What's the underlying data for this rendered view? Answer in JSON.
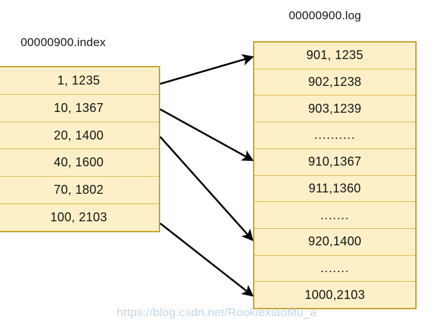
{
  "diagram": {
    "background_color": "#ffffff",
    "box_fill_color": "#fdf0c8",
    "box_border_color": "#c8a22a",
    "row_divider_color": "#d9bb4a",
    "arrow_color": "#000000",
    "text_color": "#141414"
  },
  "index_panel": {
    "title": "00000900.index",
    "rows": [
      {
        "label": "1, 1235"
      },
      {
        "label": "10, 1367"
      },
      {
        "label": "20, 1400"
      },
      {
        "label": "40, 1600"
      },
      {
        "label": "70, 1802"
      },
      {
        "label": "100, 2103"
      }
    ]
  },
  "log_panel": {
    "title": "00000900.log",
    "rows": [
      {
        "label": "901, 1235"
      },
      {
        "label": "902,1238"
      },
      {
        "label": "903,1239"
      },
      {
        "label": ".........."
      },
      {
        "label": "910,1367"
      },
      {
        "label": "911,1360"
      },
      {
        "label": "......."
      },
      {
        "label": "920,1400"
      },
      {
        "label": "......."
      },
      {
        "label": "1000,2103"
      }
    ]
  },
  "arrows": [
    {
      "name": "arrow-index-1-to-log-901",
      "from_row": "1, 1235",
      "to_row": "901, 1235"
    },
    {
      "name": "arrow-index-10-to-log-910",
      "from_row": "10, 1367",
      "to_row": "910,1367"
    },
    {
      "name": "arrow-index-20-to-log-920",
      "from_row": "20, 1400",
      "to_row": "920,1400"
    },
    {
      "name": "arrow-index-100-to-log-1000",
      "from_row": "100, 2103",
      "to_row": "1000,2103"
    }
  ],
  "watermark": {
    "text": "https://blog.csdn.net/RookiexiaoMu_a",
    "color": "#b9cfe0"
  }
}
